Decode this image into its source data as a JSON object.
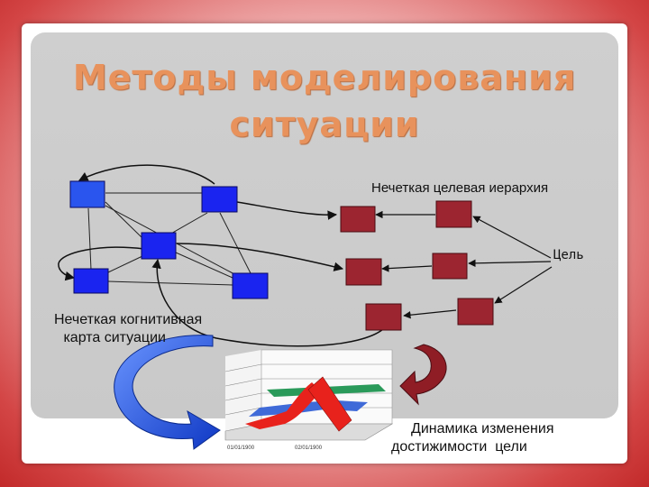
{
  "slide": {
    "title_line1": "Методы моделирования",
    "title_line2": "ситуации"
  },
  "labels": {
    "fuzzy_goal_hierarchy": "Нечеткая целевая иерархия",
    "goal": "Цель",
    "cognitive_map_line1": "Нечеткая когнитивная",
    "cognitive_map_line2": " карта ситуации",
    "dynamics_line1": "Динамика изменения",
    "dynamics_line2": "достижимости  цели"
  },
  "chart": {
    "x_tick_1": "01/01/1900",
    "x_tick_2": "02/01/1900"
  },
  "colors": {
    "cognitive_node": "#1a24f0",
    "hierarchy_node": "#9c2530",
    "arrow_blue": "#1b4fd6",
    "series_red": "#e8221c",
    "series_blue": "#3f6ad8",
    "series_green": "#2a9a5a",
    "title": "#e8925c"
  }
}
